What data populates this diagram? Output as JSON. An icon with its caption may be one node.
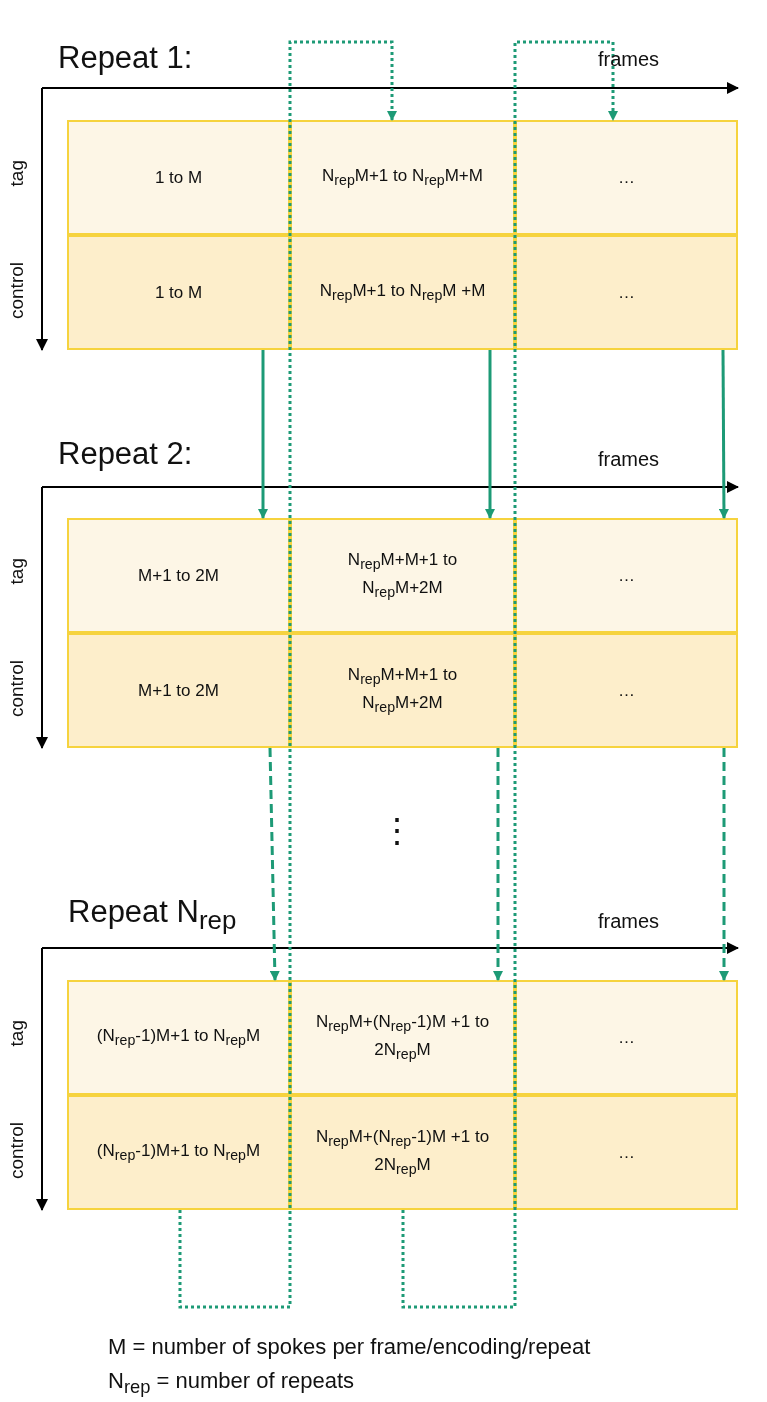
{
  "diagram": {
    "nodes": [
      {
        "text": [
          "1 to M"
        ]
      },
      {
        "text": [
          "N$_{rep}$M+1 to N$_{rep}$M+M"
        ]
      },
      {
        "text": [
          "…"
        ]
      },
      {
        "text": [
          "1 to M"
        ]
      },
      {
        "text": [
          "N$_{rep}$M+1 to N$_{rep}$M +M"
        ]
      },
      {
        "text": [
          "…"
        ]
      },
      {
        "text": [
          "M+1 to 2M"
        ]
      },
      {
        "text": [
          "N$_{rep}$M+M+1 to N$_{rep}$M+2M"
        ]
      },
      {
        "text": [
          "…"
        ]
      },
      {
        "text": [
          "M+1 to 2M"
        ]
      },
      {
        "text": [
          "N$_{rep}$M+M+1 to N$_{rep}$M+2M"
        ]
      },
      {
        "text": [
          "…"
        ]
      },
      {
        "text": [
          "(N$_{rep}$-1)M+1 to N$_{rep}$M"
        ]
      },
      {
        "text": [
          "N$_{rep}$M+(N$_{rep}$-1)M +1 to 2N$_{rep}$M"
        ]
      },
      {
        "text": [
          "…"
        ]
      },
      {
        "text": [
          "(N$_{rep}$-1)M+1 to N$_{rep}$M"
        ]
      },
      {
        "text": [
          "N$_{rep}$M+(N$_{rep}$-1)M +1 to 2N$_{rep}$M"
        ]
      },
      {
        "text": [
          "…"
        ]
      }
    ],
    "edges": [
      {
        "from": 3,
        "to": 6,
        "arrow": "to"
      },
      {
        "from": 4,
        "to": 7,
        "arrow": "to"
      },
      {
        "from": 5,
        "to": 8,
        "arrow": "to"
      },
      {
        "from": 9,
        "to": 12,
        "arrow": "to",
        "style": "dashed"
      },
      {
        "from": 10,
        "to": 13,
        "arrow": "to",
        "style": "dashed"
      },
      {
        "from": 11,
        "to": 14,
        "arrow": "to",
        "style": "dashed"
      },
      {
        "from": 15,
        "to": 1,
        "arrow": "to",
        "style": "dashed"
      },
      {
        "from": 16,
        "to": 2,
        "arrow": "to",
        "style": "dashed"
      }
    ],
    "labels": [
      "Repeat 1:",
      "frames",
      "tag",
      "control",
      "Repeat 2:",
      "frames",
      "tag",
      "control",
      "⋮",
      "Repeat N$_{rep}$",
      "frames",
      "tag",
      "control",
      "M = number of spokes per frame/encoding/repeat",
      "N$_{rep}$ =  number of repeats"
    ]
  }
}
